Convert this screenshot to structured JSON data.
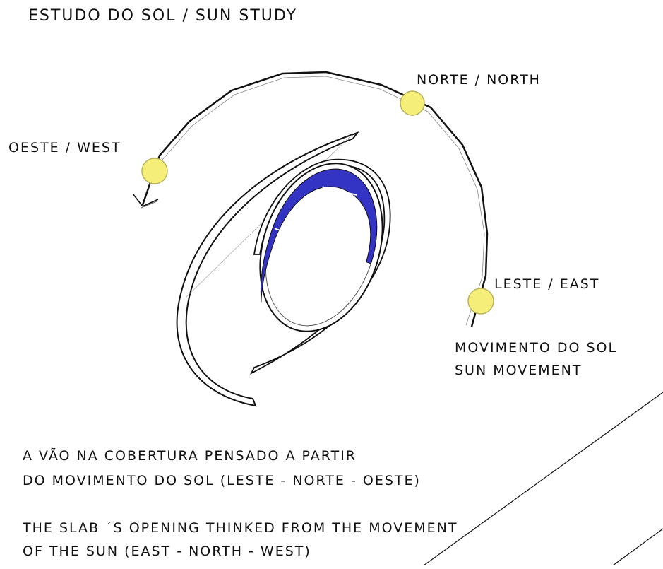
{
  "title": "ESTUDO DO SOL / SUN STUDY",
  "labels": {
    "north": "NORTE / NORTH",
    "west": "OESTE / WEST",
    "east": "LESTE / EAST",
    "movement_pt": "MOVIMENTO DO SOL",
    "movement_en": "SUN MOVEMENT"
  },
  "caption": {
    "pt_line1": "A VÃO NA COBERTURA PENSADO A PARTIR",
    "pt_line2": "DO MOVIMENTO DO SOL (LESTE - NORTE - OESTE)",
    "en_line1": "The slab ´s opening thinked from the movement",
    "en_line2": "of the sun (east - north - west)"
  },
  "colors": {
    "sun_fill": "#f5ef7a",
    "sun_stroke": "#b9b35a",
    "opening_fill": "#3333c4",
    "line": "#111111"
  }
}
